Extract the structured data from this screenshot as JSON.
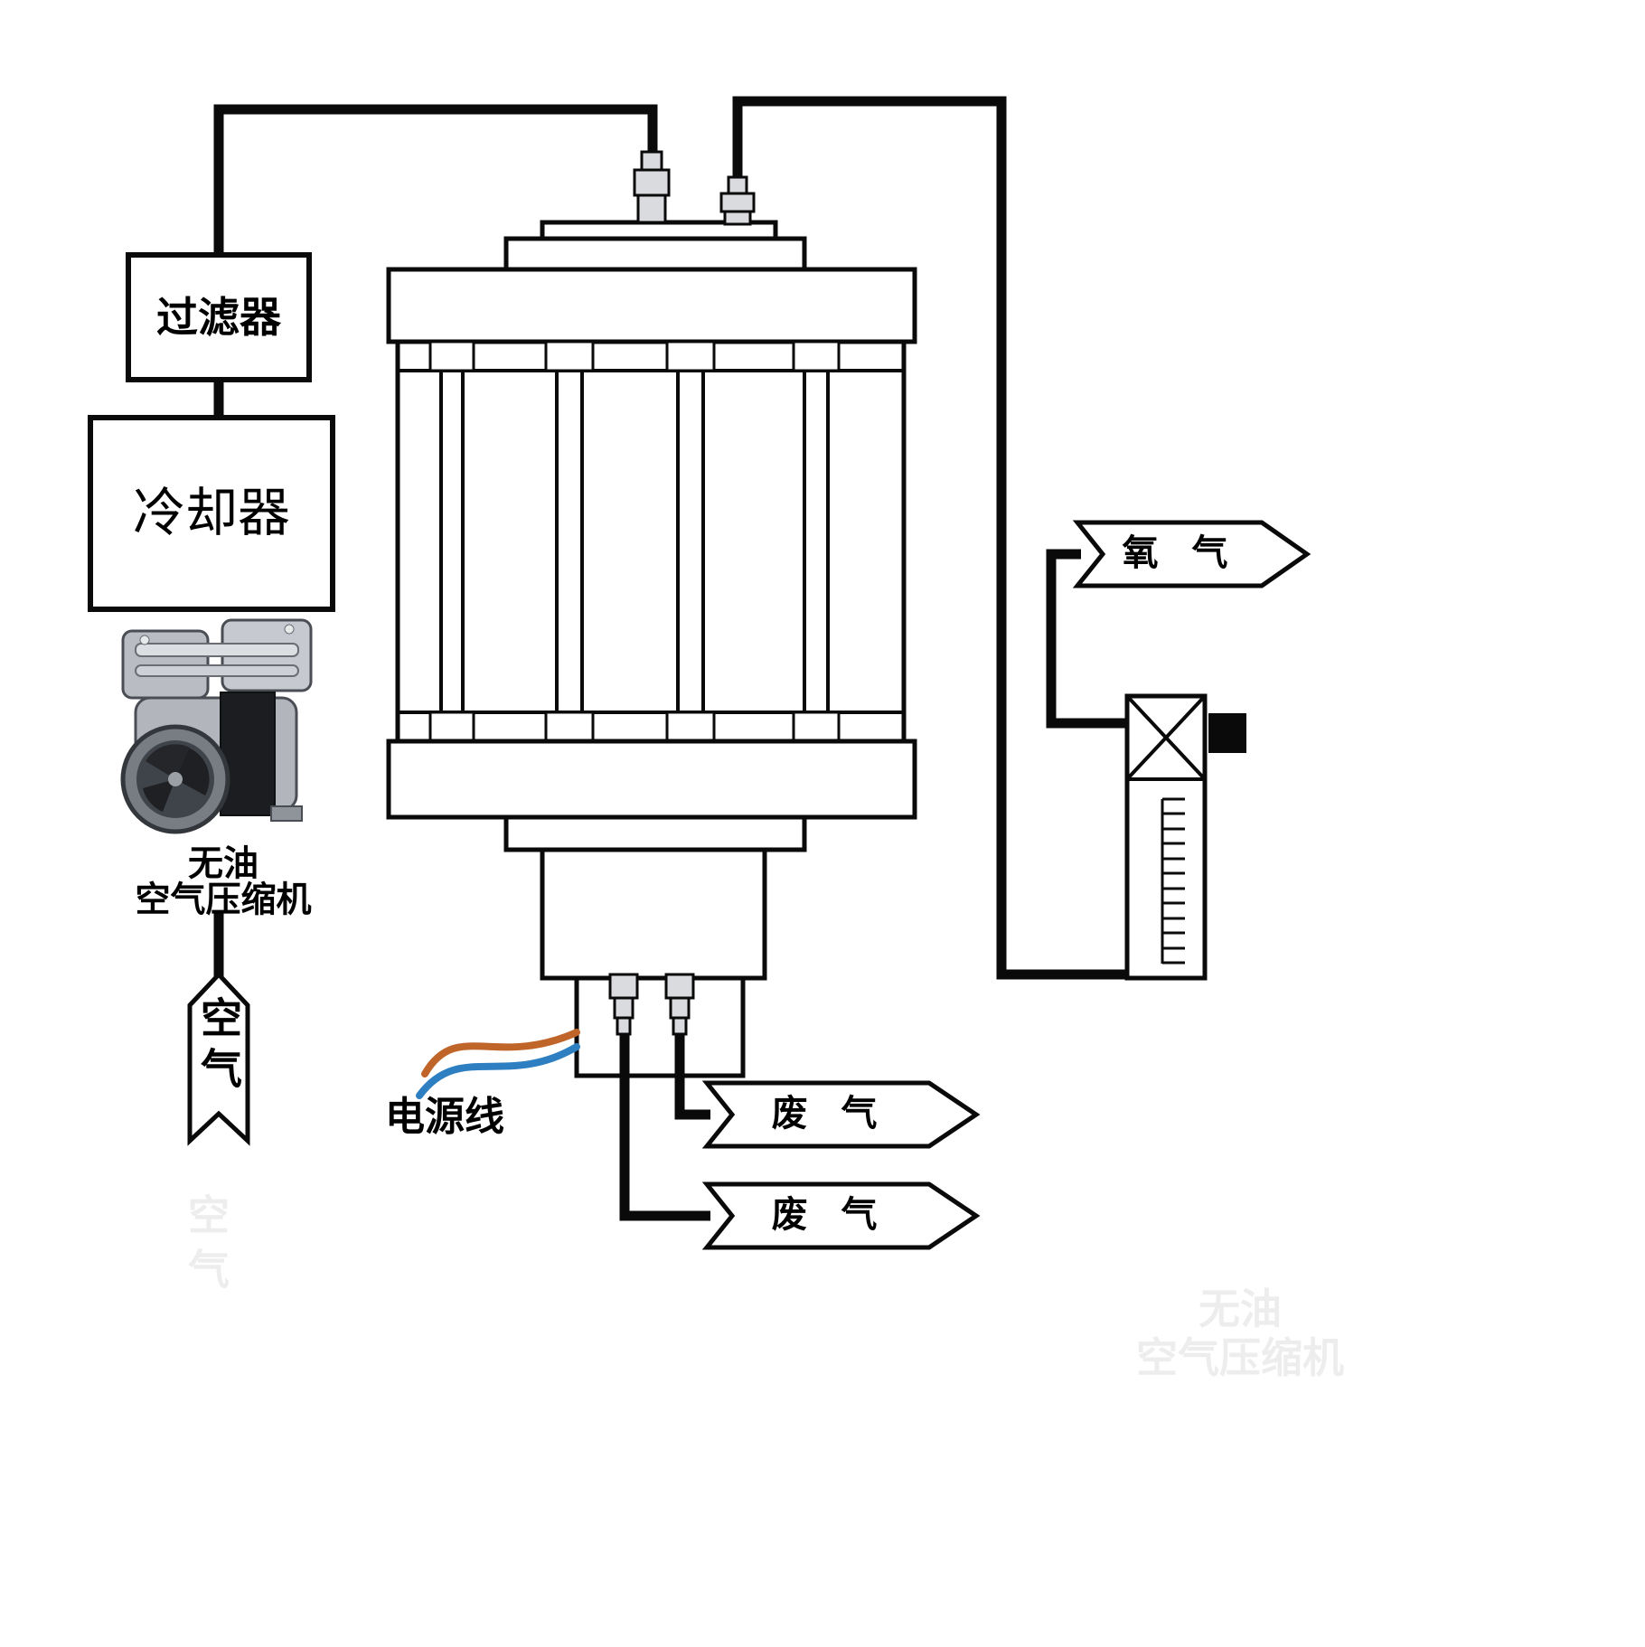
{
  "labels": {
    "filter": "过滤器",
    "cooler": "冷却器",
    "compressor_line1": "无油",
    "compressor_line2": "空气压缩机",
    "air_in": "空气",
    "oxygen_out": "氧 气",
    "waste_out_top": "废 气",
    "waste_out_bottom": "废 气",
    "power_cord": "电源线",
    "watermark_line1": "无油",
    "watermark_line2": "空气压缩机",
    "watermark_air": "空气"
  },
  "colors": {
    "outline": "#0a0a0a",
    "wire_blue": "#2e7fc2",
    "wire_orange": "#c0652a"
  }
}
